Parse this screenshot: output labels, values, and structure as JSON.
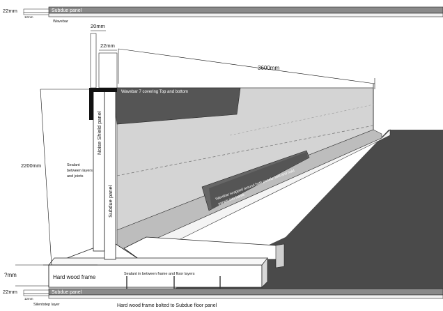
{
  "labels": {
    "top_thickness": "22mm",
    "top_subdue": "Subdue panel",
    "top_small": "12mm",
    "top_wavebar": "Wavebar",
    "dim_20": "20mm",
    "dim_22": "22mm",
    "dim_3600": "3600mm",
    "dim_2200": "2200mm",
    "wavebar_covering": "Wavebar 7 covering Top and bottom",
    "noise_shield": "Noise Shield panel",
    "subdue_panel": "Subdue panel",
    "sealant_joints_1": "Sealant",
    "sealant_joints_2": "between layers",
    "sealant_joints_3": "and joints",
    "wavebar_wrapped_1": "Wavebar wrapped around both panels, tool and hold",
    "wavebar_wrapped_2": "panels into frame",
    "frame_height": "?mm",
    "hardwood_frame": "Hard wood frame",
    "sealant_frame": "Sealant in between frame and floor layers",
    "bottom_thickness": "22mm",
    "bottom_subdue": "Subdue panel",
    "bottom_small": "12mm",
    "silentstep": "Silentstep layer",
    "bolted": "Hard wood frame bolted to Subdue floor panel"
  },
  "colors": {
    "floor": "#4a4a4a",
    "panel_bar": "#8a8a8a",
    "wall": "#d4d4d4",
    "wavebar": "#555555",
    "frame": "#ffffff",
    "line": "#111111"
  }
}
